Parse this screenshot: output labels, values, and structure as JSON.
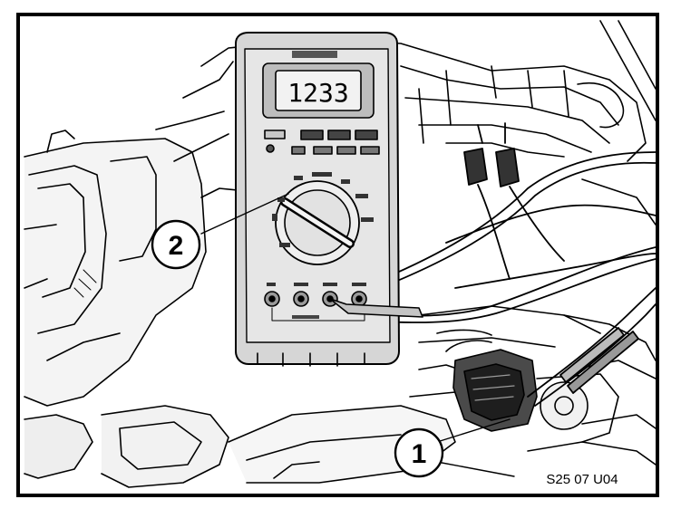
{
  "figure": {
    "code": "S25 07 U04",
    "meter_display": "1233",
    "callouts": [
      "1",
      "2"
    ]
  }
}
